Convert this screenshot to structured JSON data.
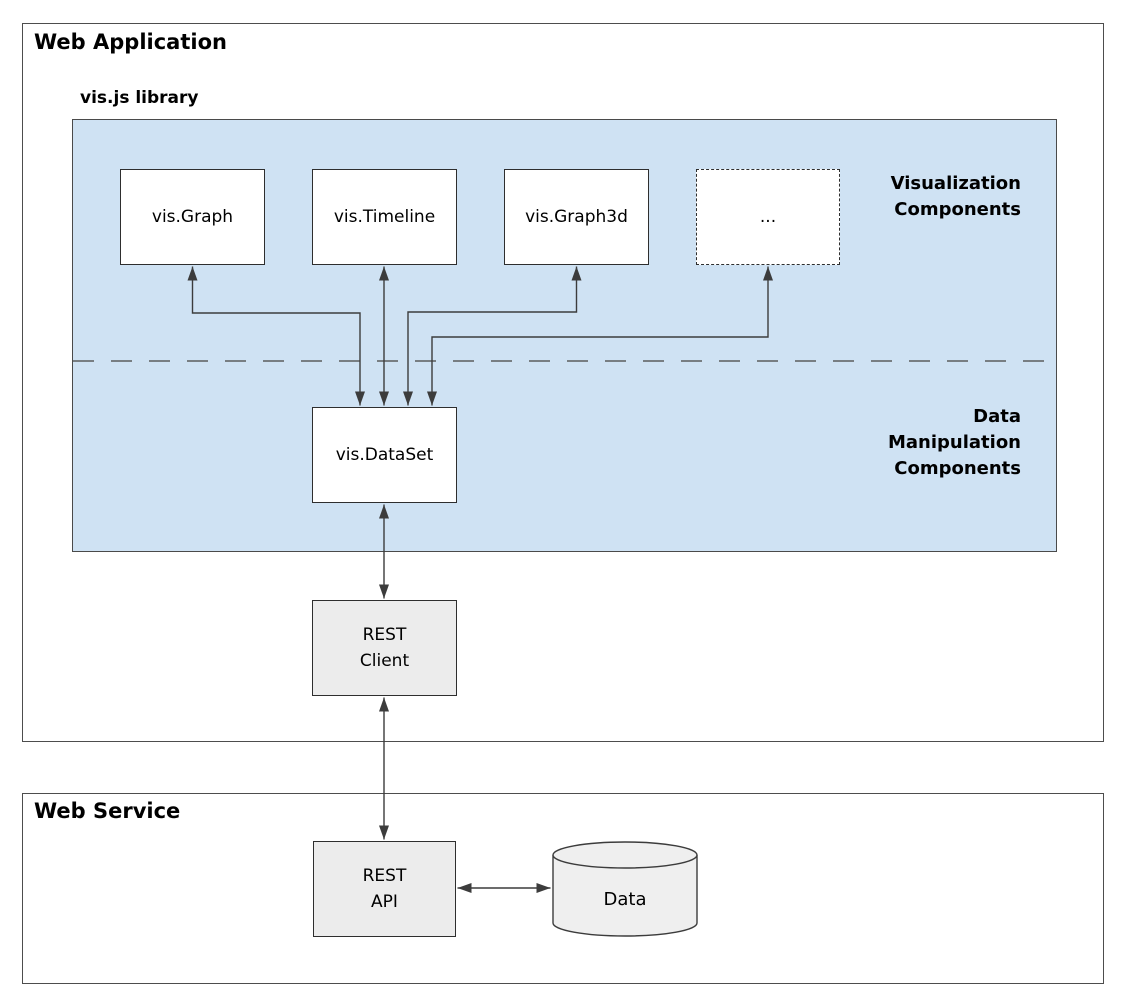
{
  "diagram": {
    "web_application": {
      "title": "Web Application"
    },
    "visjs_library": {
      "label": "vis.js library"
    },
    "section_labels": {
      "visualization": "Visualization\nComponents",
      "data_manipulation": "Data\nManipulation\nComponents"
    },
    "components": {
      "vis_graph": "vis.Graph",
      "vis_timeline": "vis.Timeline",
      "vis_graph3d": "vis.Graph3d",
      "more": "...",
      "vis_dataset": "vis.DataSet",
      "rest_client": "REST\nClient"
    },
    "web_service": {
      "title": "Web Service",
      "rest_api": "REST\nAPI",
      "data_store": "Data"
    },
    "colors": {
      "library_fill": "#cfe2f3",
      "component_fill": "#ffffff",
      "service_fill": "#ececec",
      "box_border": "#2e2e2e",
      "frame_border": "#4d4d4d",
      "arrow": "#3c3c3c"
    }
  }
}
